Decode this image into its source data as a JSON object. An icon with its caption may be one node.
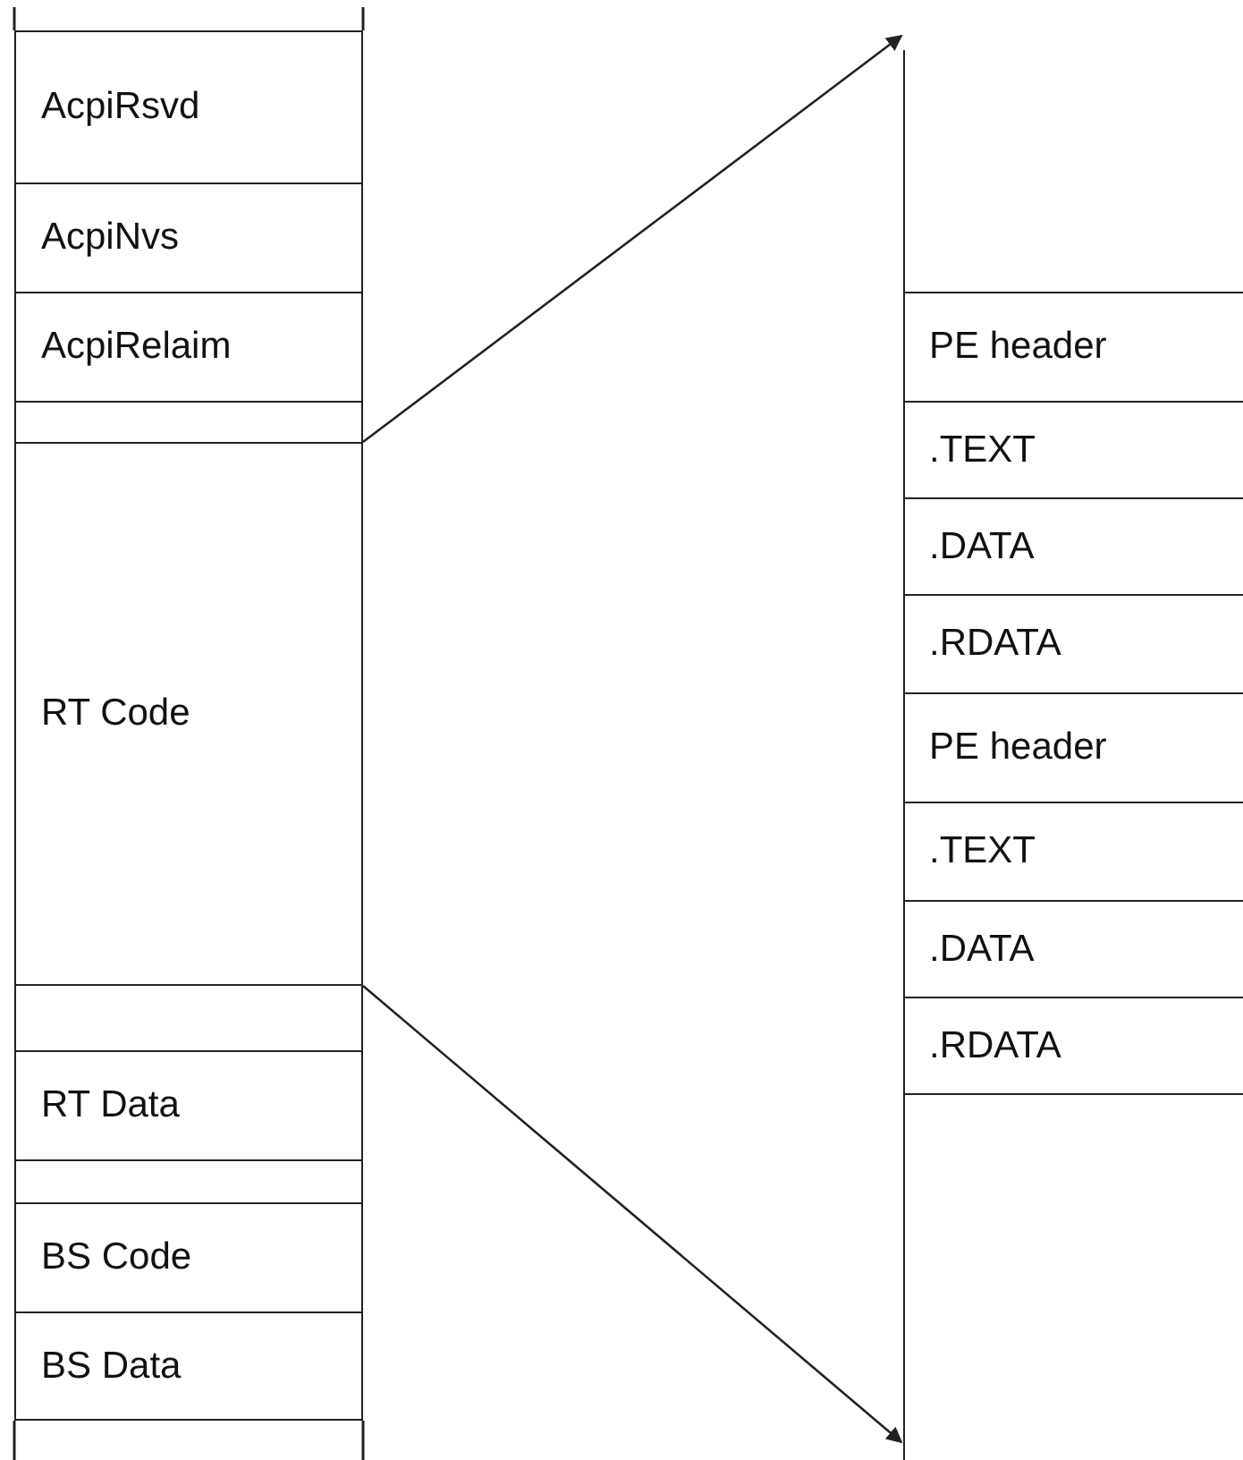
{
  "diagram": {
    "nodes": [
      {
        "text": [
          "AcpiRsvd"
        ]
      },
      {
        "text": [
          "AcpiNvs"
        ]
      },
      {
        "text": [
          "AcpiRelaim"
        ]
      },
      {
        "text": [],
        "shape": "box"
      },
      {
        "text": [
          "RT Code"
        ]
      },
      {
        "text": [],
        "shape": "box"
      },
      {
        "text": [
          "RT Data"
        ]
      },
      {
        "text": [],
        "shape": "box"
      },
      {
        "text": [
          "BS Code"
        ]
      },
      {
        "text": [
          "BS Data"
        ]
      },
      {
        "text": [],
        "shape": "box"
      },
      {
        "text": [
          "PE header"
        ],
        "in": 10
      },
      {
        "text": [
          ".TEXT"
        ],
        "in": 10
      },
      {
        "text": [
          ".DATA"
        ],
        "in": 10
      },
      {
        "text": [
          ".RDATA"
        ],
        "in": 10
      },
      {
        "text": [
          "PE header"
        ],
        "in": 10
      },
      {
        "text": [
          ".TEXT"
        ],
        "in": 10
      },
      {
        "text": [
          ".DATA"
        ],
        "in": 10
      },
      {
        "text": [
          ".RDATA"
        ],
        "in": 10
      }
    ],
    "edges": [
      {
        "from": 4,
        "to": 10,
        "arrow": "to"
      },
      {
        "from": 4,
        "to": 10,
        "arrow": "to"
      }
    ]
  }
}
